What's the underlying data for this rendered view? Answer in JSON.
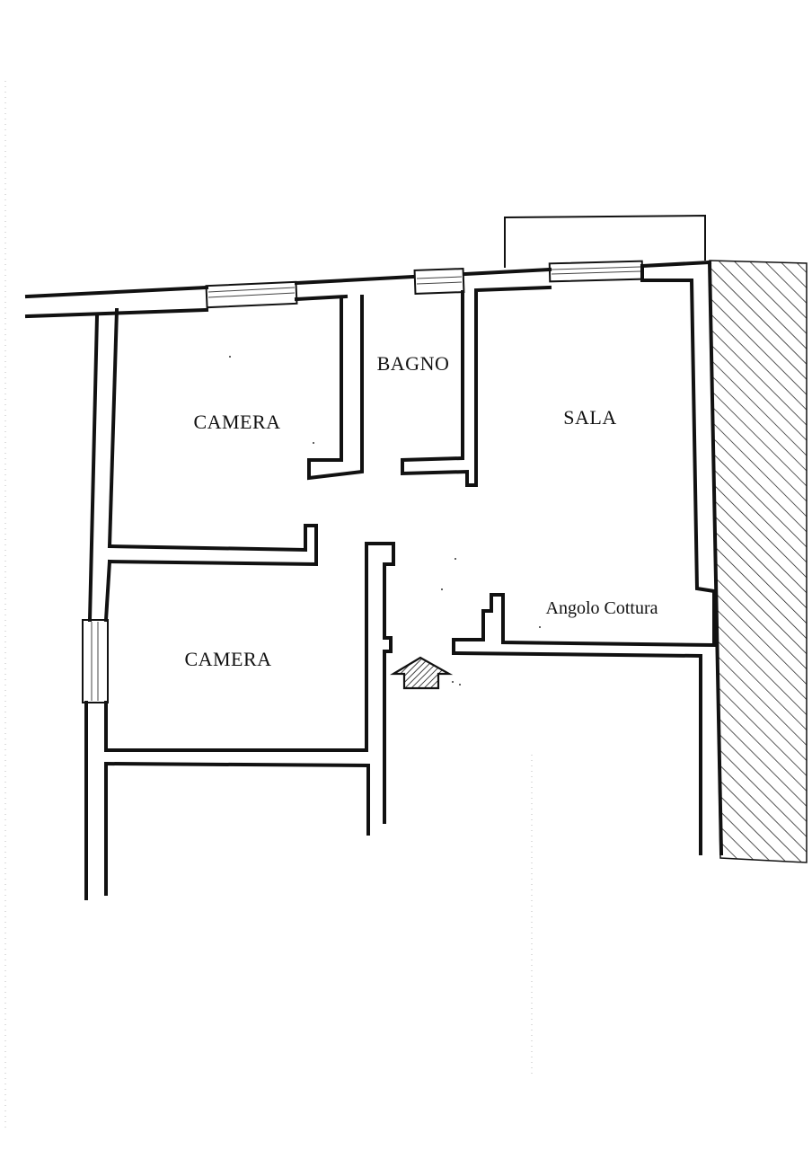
{
  "plan": {
    "rooms": [
      {
        "id": "camera-top",
        "label": "CAMERA"
      },
      {
        "id": "bagno",
        "label": "BAGNO"
      },
      {
        "id": "sala",
        "label": "SALA"
      },
      {
        "id": "angolo-cottura",
        "label": "Angolo Cottura"
      },
      {
        "id": "camera-bottom",
        "label": "CAMERA"
      }
    ],
    "entrance_icon": "entrance-arrow-icon",
    "hatch_area": "neighbouring-wall-hatch"
  },
  "colors": {
    "ink": "#111111",
    "paper": "#ffffff"
  }
}
